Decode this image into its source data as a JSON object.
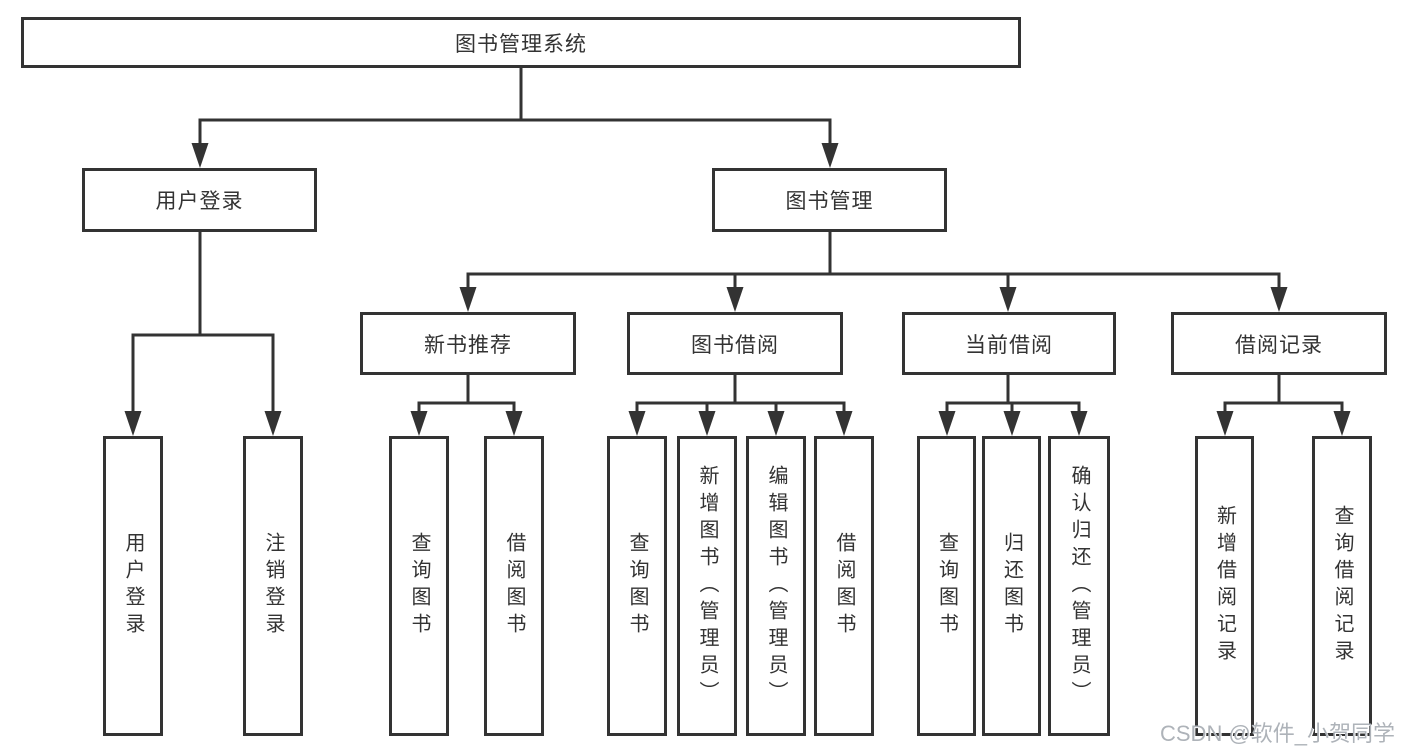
{
  "tree": {
    "label": "图书管理系统",
    "children": [
      {
        "label": "用户登录",
        "children": [
          {
            "label": "用户登录"
          },
          {
            "label": "注销登录"
          }
        ]
      },
      {
        "label": "图书管理",
        "children": [
          {
            "label": "新书推荐",
            "children": [
              {
                "label": "查询图书"
              },
              {
                "label": "借阅图书"
              }
            ]
          },
          {
            "label": "图书借阅",
            "children": [
              {
                "label": "查询图书"
              },
              {
                "label": "新增图书（管理员）"
              },
              {
                "label": "编辑图书（管理员）"
              },
              {
                "label": "借阅图书"
              }
            ]
          },
          {
            "label": "当前借阅",
            "children": [
              {
                "label": "查询图书"
              },
              {
                "label": "归还图书"
              },
              {
                "label": "确认归还（管理员）"
              }
            ]
          },
          {
            "label": "借阅记录",
            "children": [
              {
                "label": "新增借阅记录"
              },
              {
                "label": "查询借阅记录"
              }
            ]
          }
        ]
      }
    ]
  },
  "watermark": "CSDN @软件_小贺同学",
  "colors": {
    "line": "#333333",
    "text": "#333333",
    "watermark_text": "#aeb3b9",
    "background": "#ffffff"
  }
}
